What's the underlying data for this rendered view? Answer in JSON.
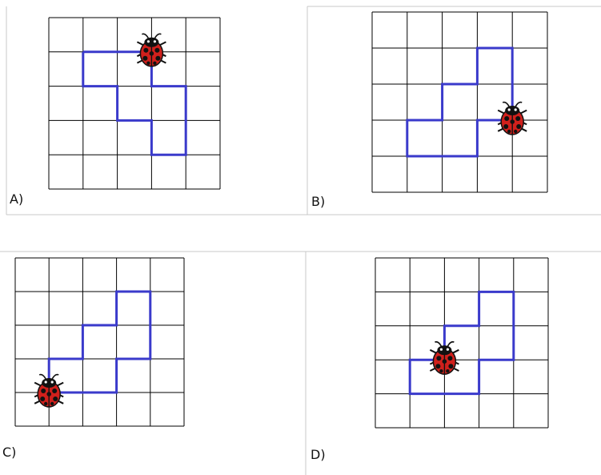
{
  "colors": {
    "grid": "#000000",
    "path": "#3a3acb",
    "divider": "#c8c8c8",
    "ladybug_body": "#d0201c",
    "ladybug_dark": "#111111"
  },
  "icon": "ladybug-icon",
  "grid_size": 5,
  "options": [
    {
      "label": "A)",
      "path": [
        [
          1,
          1
        ],
        [
          3,
          1
        ],
        [
          3,
          2
        ],
        [
          4,
          2
        ],
        [
          4,
          4
        ],
        [
          3,
          4
        ],
        [
          3,
          3
        ],
        [
          2,
          3
        ],
        [
          2,
          2
        ],
        [
          1,
          2
        ],
        [
          1,
          1
        ]
      ],
      "ladybug": [
        3,
        1
      ]
    },
    {
      "label": "B)",
      "path": [
        [
          4,
          3
        ],
        [
          4,
          1
        ],
        [
          3,
          1
        ],
        [
          3,
          2
        ],
        [
          2,
          2
        ],
        [
          2,
          3
        ],
        [
          1,
          3
        ],
        [
          1,
          4
        ],
        [
          3,
          4
        ],
        [
          3,
          3
        ],
        [
          4,
          3
        ]
      ],
      "ladybug": [
        4,
        3
      ]
    },
    {
      "label": "C)",
      "path": [
        [
          1,
          4
        ],
        [
          1,
          3
        ],
        [
          2,
          3
        ],
        [
          2,
          2
        ],
        [
          3,
          2
        ],
        [
          3,
          1
        ],
        [
          4,
          1
        ],
        [
          4,
          3
        ],
        [
          3,
          3
        ],
        [
          3,
          4
        ],
        [
          1,
          4
        ]
      ],
      "ladybug": [
        1,
        4
      ]
    },
    {
      "label": "D)",
      "path": [
        [
          2,
          3
        ],
        [
          2,
          2
        ],
        [
          3,
          2
        ],
        [
          3,
          1
        ],
        [
          4,
          1
        ],
        [
          4,
          3
        ],
        [
          3,
          3
        ],
        [
          3,
          4
        ],
        [
          1,
          4
        ],
        [
          1,
          3
        ],
        [
          2,
          3
        ]
      ],
      "ladybug": [
        2,
        3
      ]
    }
  ]
}
